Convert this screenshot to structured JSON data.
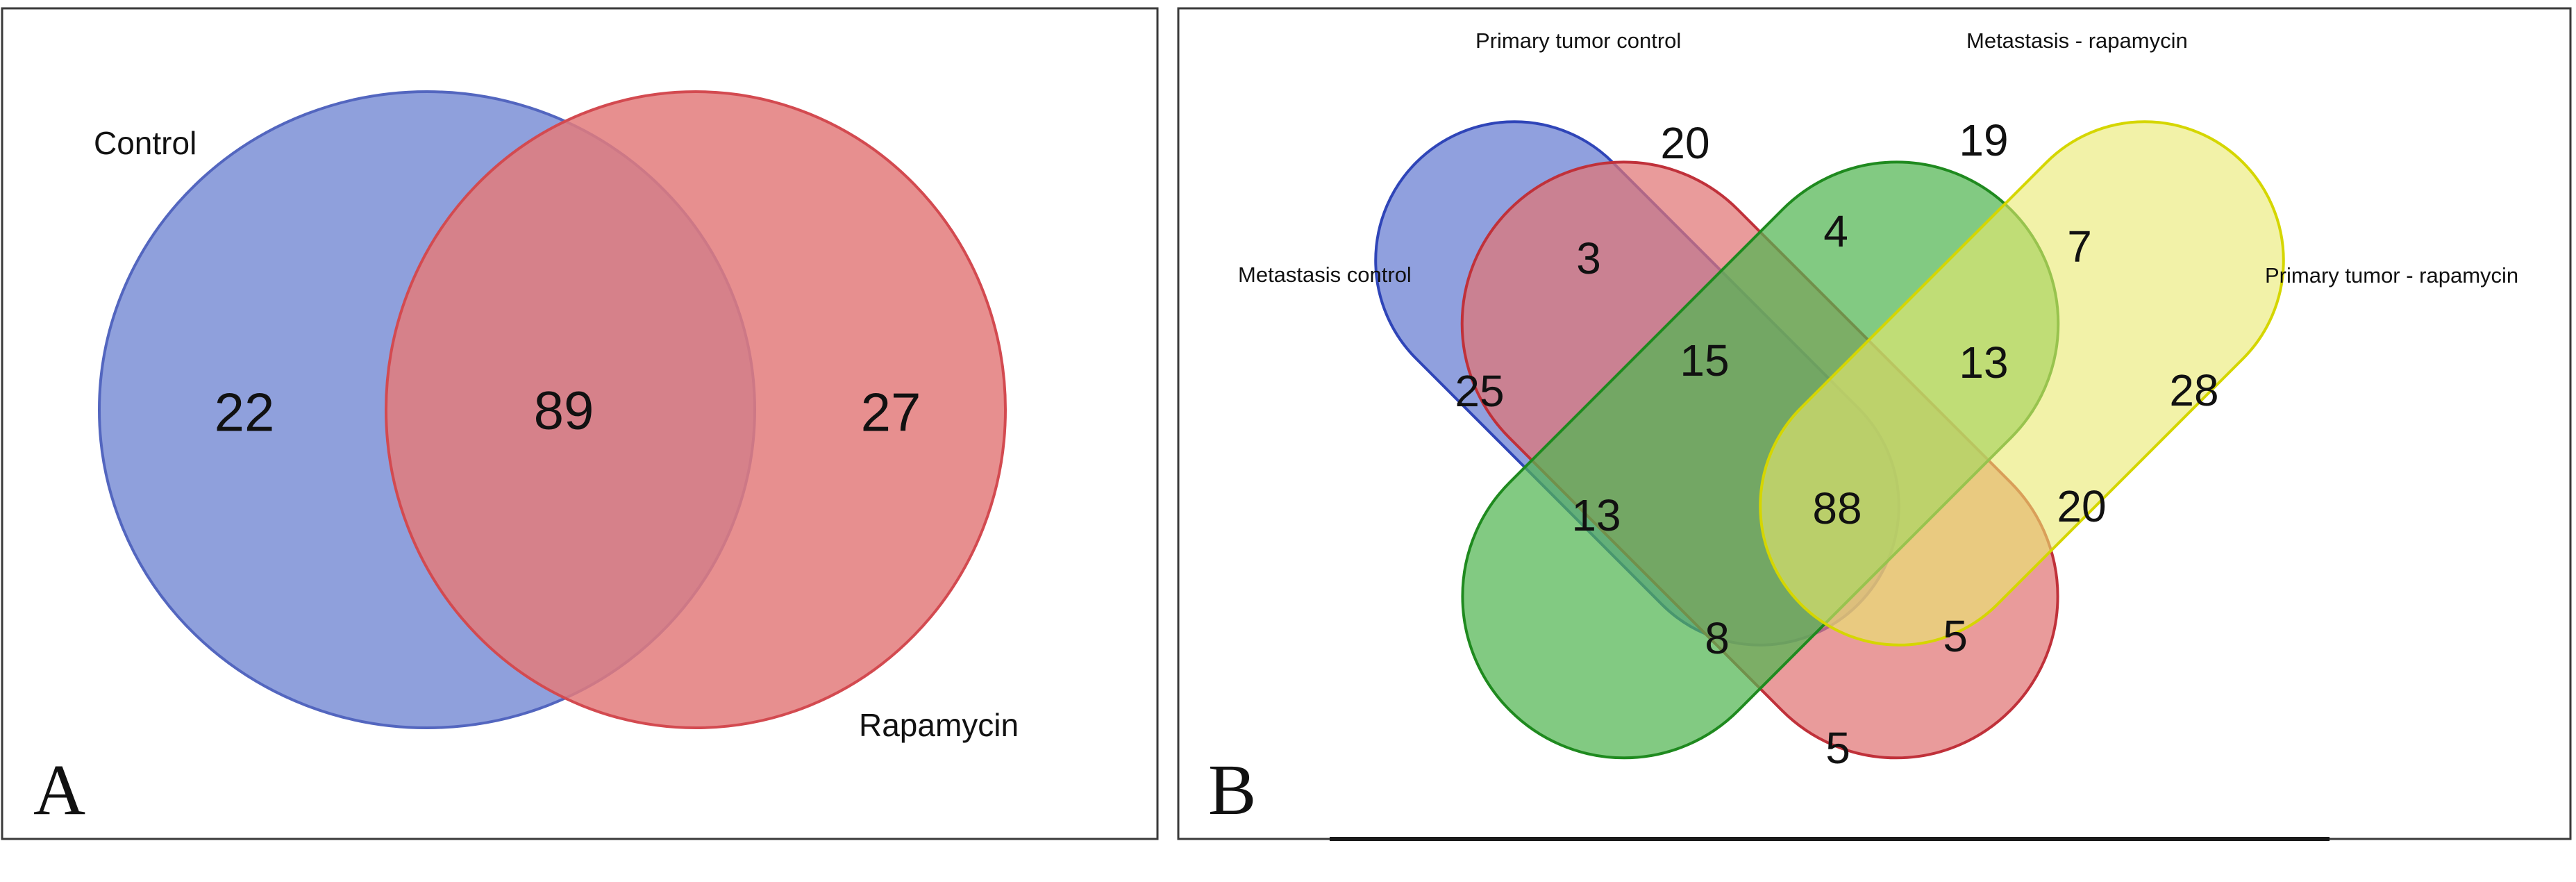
{
  "panel_a": {
    "letter": "A",
    "sets": [
      {
        "name": "Control",
        "fill": "#7b8fd6",
        "stroke": "#5366bf"
      },
      {
        "name": "Rapamycin",
        "fill": "#e37b7b",
        "stroke": "#d34a50"
      }
    ],
    "regions": [
      {
        "sets": [
          "Control"
        ],
        "count": "22"
      },
      {
        "sets": [
          "Control",
          "Rapamycin"
        ],
        "count": "89"
      },
      {
        "sets": [
          "Rapamycin"
        ],
        "count": "27"
      }
    ]
  },
  "panel_b": {
    "letter": "B",
    "sets": [
      {
        "name": "Metastasis control",
        "fill": "#7488d6",
        "stroke": "#2f45b8"
      },
      {
        "name": "Primary tumor control",
        "fill": "#e07474",
        "stroke": "#c0313a"
      },
      {
        "name": "Metastasis - rapamycin",
        "fill": "#52b552",
        "stroke": "#1f8a1f"
      },
      {
        "name": "Primary tumor - rapamycin",
        "fill": "#e9ea6e",
        "stroke": "#d5d600"
      }
    ],
    "regions": [
      {
        "sets": [
          "Primary tumor control"
        ],
        "count": "20"
      },
      {
        "sets": [
          "Metastasis - rapamycin"
        ],
        "count": "19"
      },
      {
        "sets": [
          "Metastasis control",
          "Primary tumor control"
        ],
        "count": "3"
      },
      {
        "sets": [
          "Primary tumor control",
          "Metastasis - rapamycin"
        ],
        "count": "4"
      },
      {
        "sets": [
          "Metastasis - rapamycin",
          "Primary tumor - rapamycin"
        ],
        "count": "7"
      },
      {
        "sets": [
          "Metastasis control"
        ],
        "count": "25"
      },
      {
        "sets": [
          "Metastasis control",
          "Primary tumor control",
          "Metastasis - rapamycin"
        ],
        "count": "15"
      },
      {
        "sets": [
          "Primary tumor control",
          "Metastasis - rapamycin",
          "Primary tumor - rapamycin"
        ],
        "count": "13"
      },
      {
        "sets": [
          "Primary tumor - rapamycin"
        ],
        "count": "28"
      },
      {
        "sets": [
          "Metastasis control",
          "Metastasis - rapamycin"
        ],
        "count": "13"
      },
      {
        "sets": [
          "Metastasis control",
          "Primary tumor control",
          "Metastasis - rapamycin",
          "Primary tumor - rapamycin"
        ],
        "count": "88"
      },
      {
        "sets": [
          "Primary tumor control",
          "Primary tumor - rapamycin"
        ],
        "count": "20"
      },
      {
        "sets": [
          "Metastasis control",
          "Metastasis - rapamycin",
          "Primary tumor - rapamycin"
        ],
        "count": "8"
      },
      {
        "sets": [
          "Metastasis control",
          "Primary tumor control",
          "Primary tumor - rapamycin"
        ],
        "count": "5"
      },
      {
        "sets": [
          "Metastasis control",
          "Primary tumor - rapamycin"
        ],
        "count": "5"
      }
    ]
  }
}
